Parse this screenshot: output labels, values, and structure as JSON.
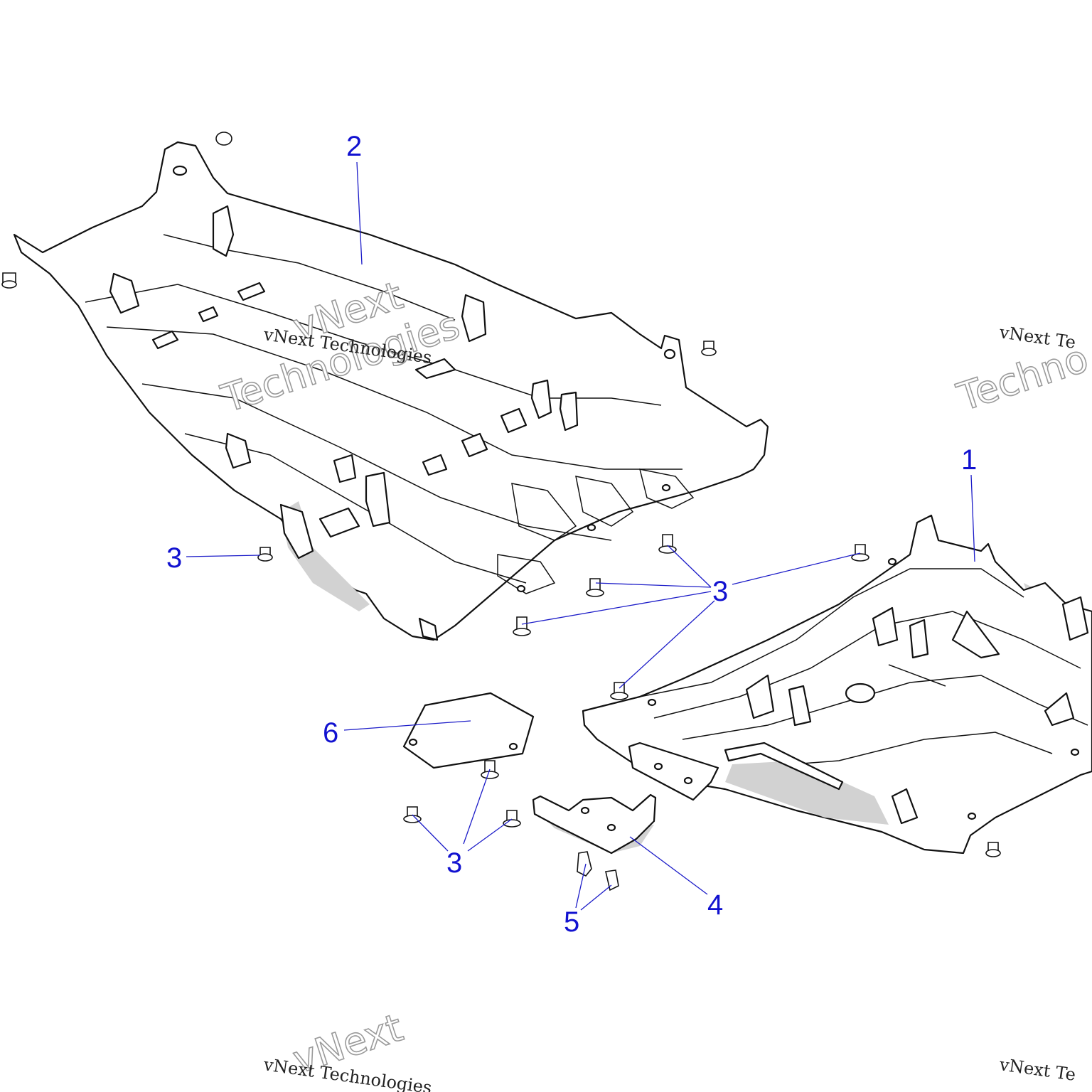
{
  "diagram": {
    "callouts": [
      {
        "id": "c-2",
        "label": "2"
      },
      {
        "id": "c-1",
        "label": "1"
      },
      {
        "id": "c-3a",
        "label": "3"
      },
      {
        "id": "c-3b",
        "label": "3"
      },
      {
        "id": "c-3c",
        "label": "3"
      },
      {
        "id": "c-6",
        "label": "6"
      },
      {
        "id": "c-4",
        "label": "4"
      },
      {
        "id": "c-5",
        "label": "5"
      }
    ],
    "watermark": {
      "small": "vNext Technologies",
      "big_line1": "vNext",
      "big_line2": "Technologies",
      "partial_small": "vNext Te",
      "partial_big": "Techno",
      "partial_bottom": "vNext Technologies",
      "partial_bottom_big": "vNext"
    },
    "colors": {
      "callout": "#1212d0",
      "leader": "#1c1cc8",
      "shading": "#d2d2d2"
    }
  }
}
